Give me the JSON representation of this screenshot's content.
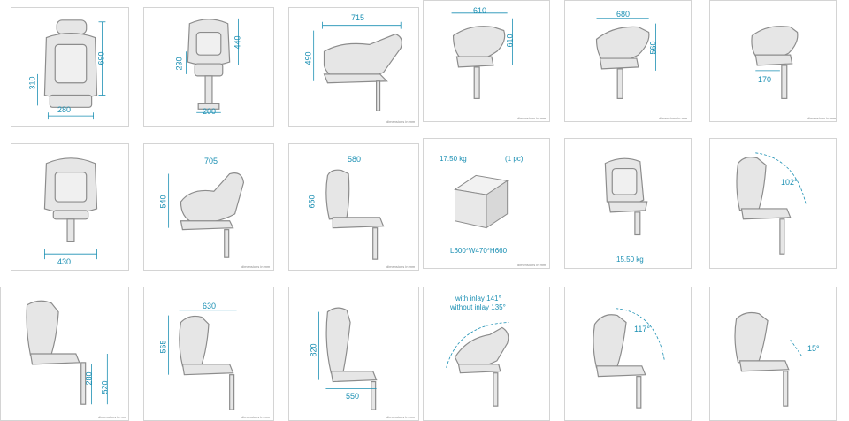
{
  "colors": {
    "dimension": "#1a8fb3",
    "seat": "#8c8c8c",
    "seat_fill": "#e6e6e6",
    "border": "#d4d4d4"
  },
  "dimensions_note": "dimensions in mm",
  "row1": {
    "t1": {
      "height": "690",
      "base_height": "310",
      "width": "280"
    },
    "t2": {
      "top": "440",
      "side": "230",
      "width": "200"
    },
    "t3": {
      "width": "715",
      "height": "490"
    },
    "t4": {
      "width": "610",
      "height": "610"
    },
    "t5": {
      "width": "680",
      "height": "560"
    },
    "t6": {
      "depth": "170"
    }
  },
  "row2": {
    "t1": {
      "width": "430"
    },
    "t2": {
      "width": "705",
      "height": "540"
    },
    "t3": {
      "width": "580",
      "height": "650"
    },
    "t4": {
      "weight": "17.50 kg",
      "count": "(1 pc)",
      "size": "L600*W470*H660"
    },
    "t5": {
      "weight": "15.50 kg"
    },
    "t6": {
      "angle": "102°"
    }
  },
  "row3": {
    "t1": {
      "inner": "280",
      "outer": "520"
    },
    "t2": {
      "width": "630",
      "height": "565"
    },
    "t3": {
      "height": "820",
      "width": "550"
    },
    "t4": {
      "with_inlay": "with inlay 141°",
      "without_inlay": "without inlay 135°"
    },
    "t5": {
      "angle": "117°"
    },
    "t6": {
      "angle": "15°"
    }
  }
}
